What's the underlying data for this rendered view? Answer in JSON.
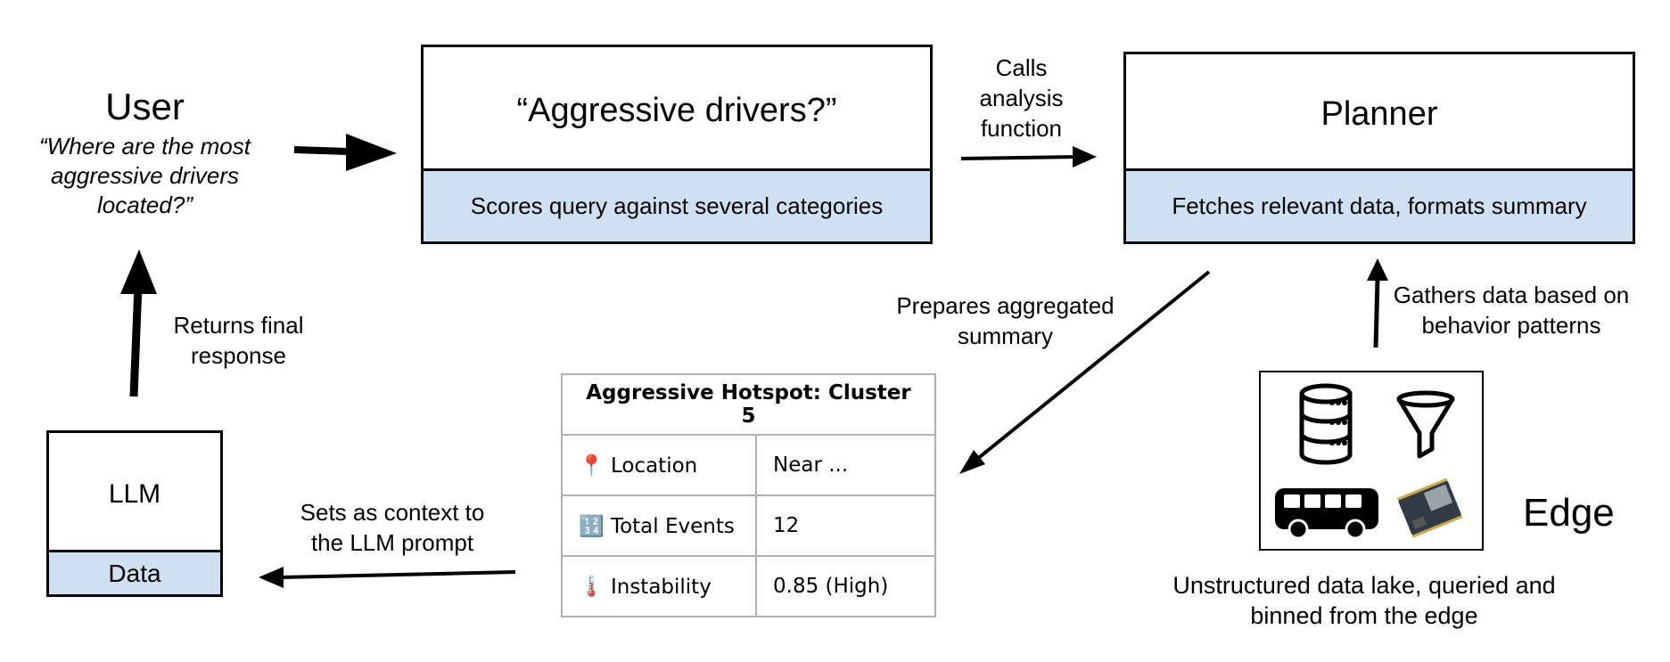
{
  "user": {
    "title": "User",
    "quote": "“Where are the most aggressive drivers located?”"
  },
  "classifier": {
    "title": "“Aggressive drivers?”",
    "subtitle": "Scores query against several categories"
  },
  "planner": {
    "title": "Planner",
    "subtitle": "Fetches relevant data, formats summary"
  },
  "llm": {
    "title": "LLM",
    "data_label": "Data"
  },
  "edge": {
    "label": "Edge",
    "caption": "Unstructured data lake, queried and binned from the edge",
    "icons": [
      "database-icon",
      "funnel-icon",
      "bus-icon",
      "microcontroller-board-icon"
    ]
  },
  "arrows": {
    "calls": "Calls analysis function",
    "prepares": "Prepares aggregated summary",
    "gathers": "Gathers data based on behavior patterns",
    "sets_context": "Sets as context to the LLM prompt",
    "returns": "Returns final response"
  },
  "hotspot": {
    "header": "Aggressive Hotspot: Cluster 5",
    "rows": [
      {
        "icon": "📍",
        "label": "Location",
        "value": "Near ..."
      },
      {
        "icon": "🔢",
        "label": "Total Events",
        "value": "12"
      },
      {
        "icon": "🌡️",
        "label": "Instability",
        "value": "0.85 (High)"
      }
    ]
  },
  "colors": {
    "box_fill": "#cfe0f3",
    "table_border": "#b0b0b0"
  }
}
